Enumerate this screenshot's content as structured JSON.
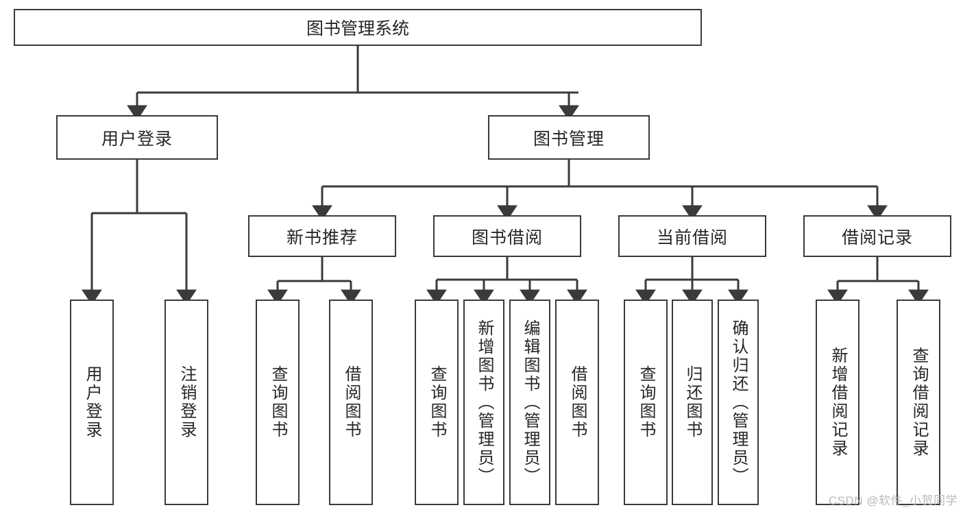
{
  "diagram": {
    "type": "tree-hierarchy",
    "title": "图书管理系统",
    "colors": {
      "box_border": "#3a3a3a",
      "box_fill": "#ffffff",
      "connector": "#3a3a3a",
      "text": "#262626",
      "watermark": "#b9b9b9",
      "background": "#ffffff"
    },
    "root": {
      "label": "图书管理系统"
    },
    "level2": [
      {
        "label": "用户登录"
      },
      {
        "label": "图书管理"
      }
    ],
    "level3": [
      {
        "label": "新书推荐"
      },
      {
        "label": "图书借阅"
      },
      {
        "label": "当前借阅"
      },
      {
        "label": "借阅记录"
      }
    ],
    "leaves": {
      "user_login": [
        {
          "label": "用户登录"
        },
        {
          "label": "注销登录"
        }
      ],
      "new_book_recommend": [
        {
          "label": "查询图书"
        },
        {
          "label": "借阅图书"
        }
      ],
      "book_borrow": [
        {
          "label": "查询图书"
        },
        {
          "label": "新增图书（管理员）"
        },
        {
          "label": "编辑图书（管理员）"
        },
        {
          "label": "借阅图书"
        }
      ],
      "current_borrow": [
        {
          "label": "查询图书"
        },
        {
          "label": "归还图书"
        },
        {
          "label": "确认归还（管理员）"
        }
      ],
      "borrow_record": [
        {
          "label": "新增借阅记录"
        },
        {
          "label": "查询借阅记录"
        }
      ]
    }
  },
  "watermark": {
    "text": "CSDN @软件_小贺同学"
  }
}
